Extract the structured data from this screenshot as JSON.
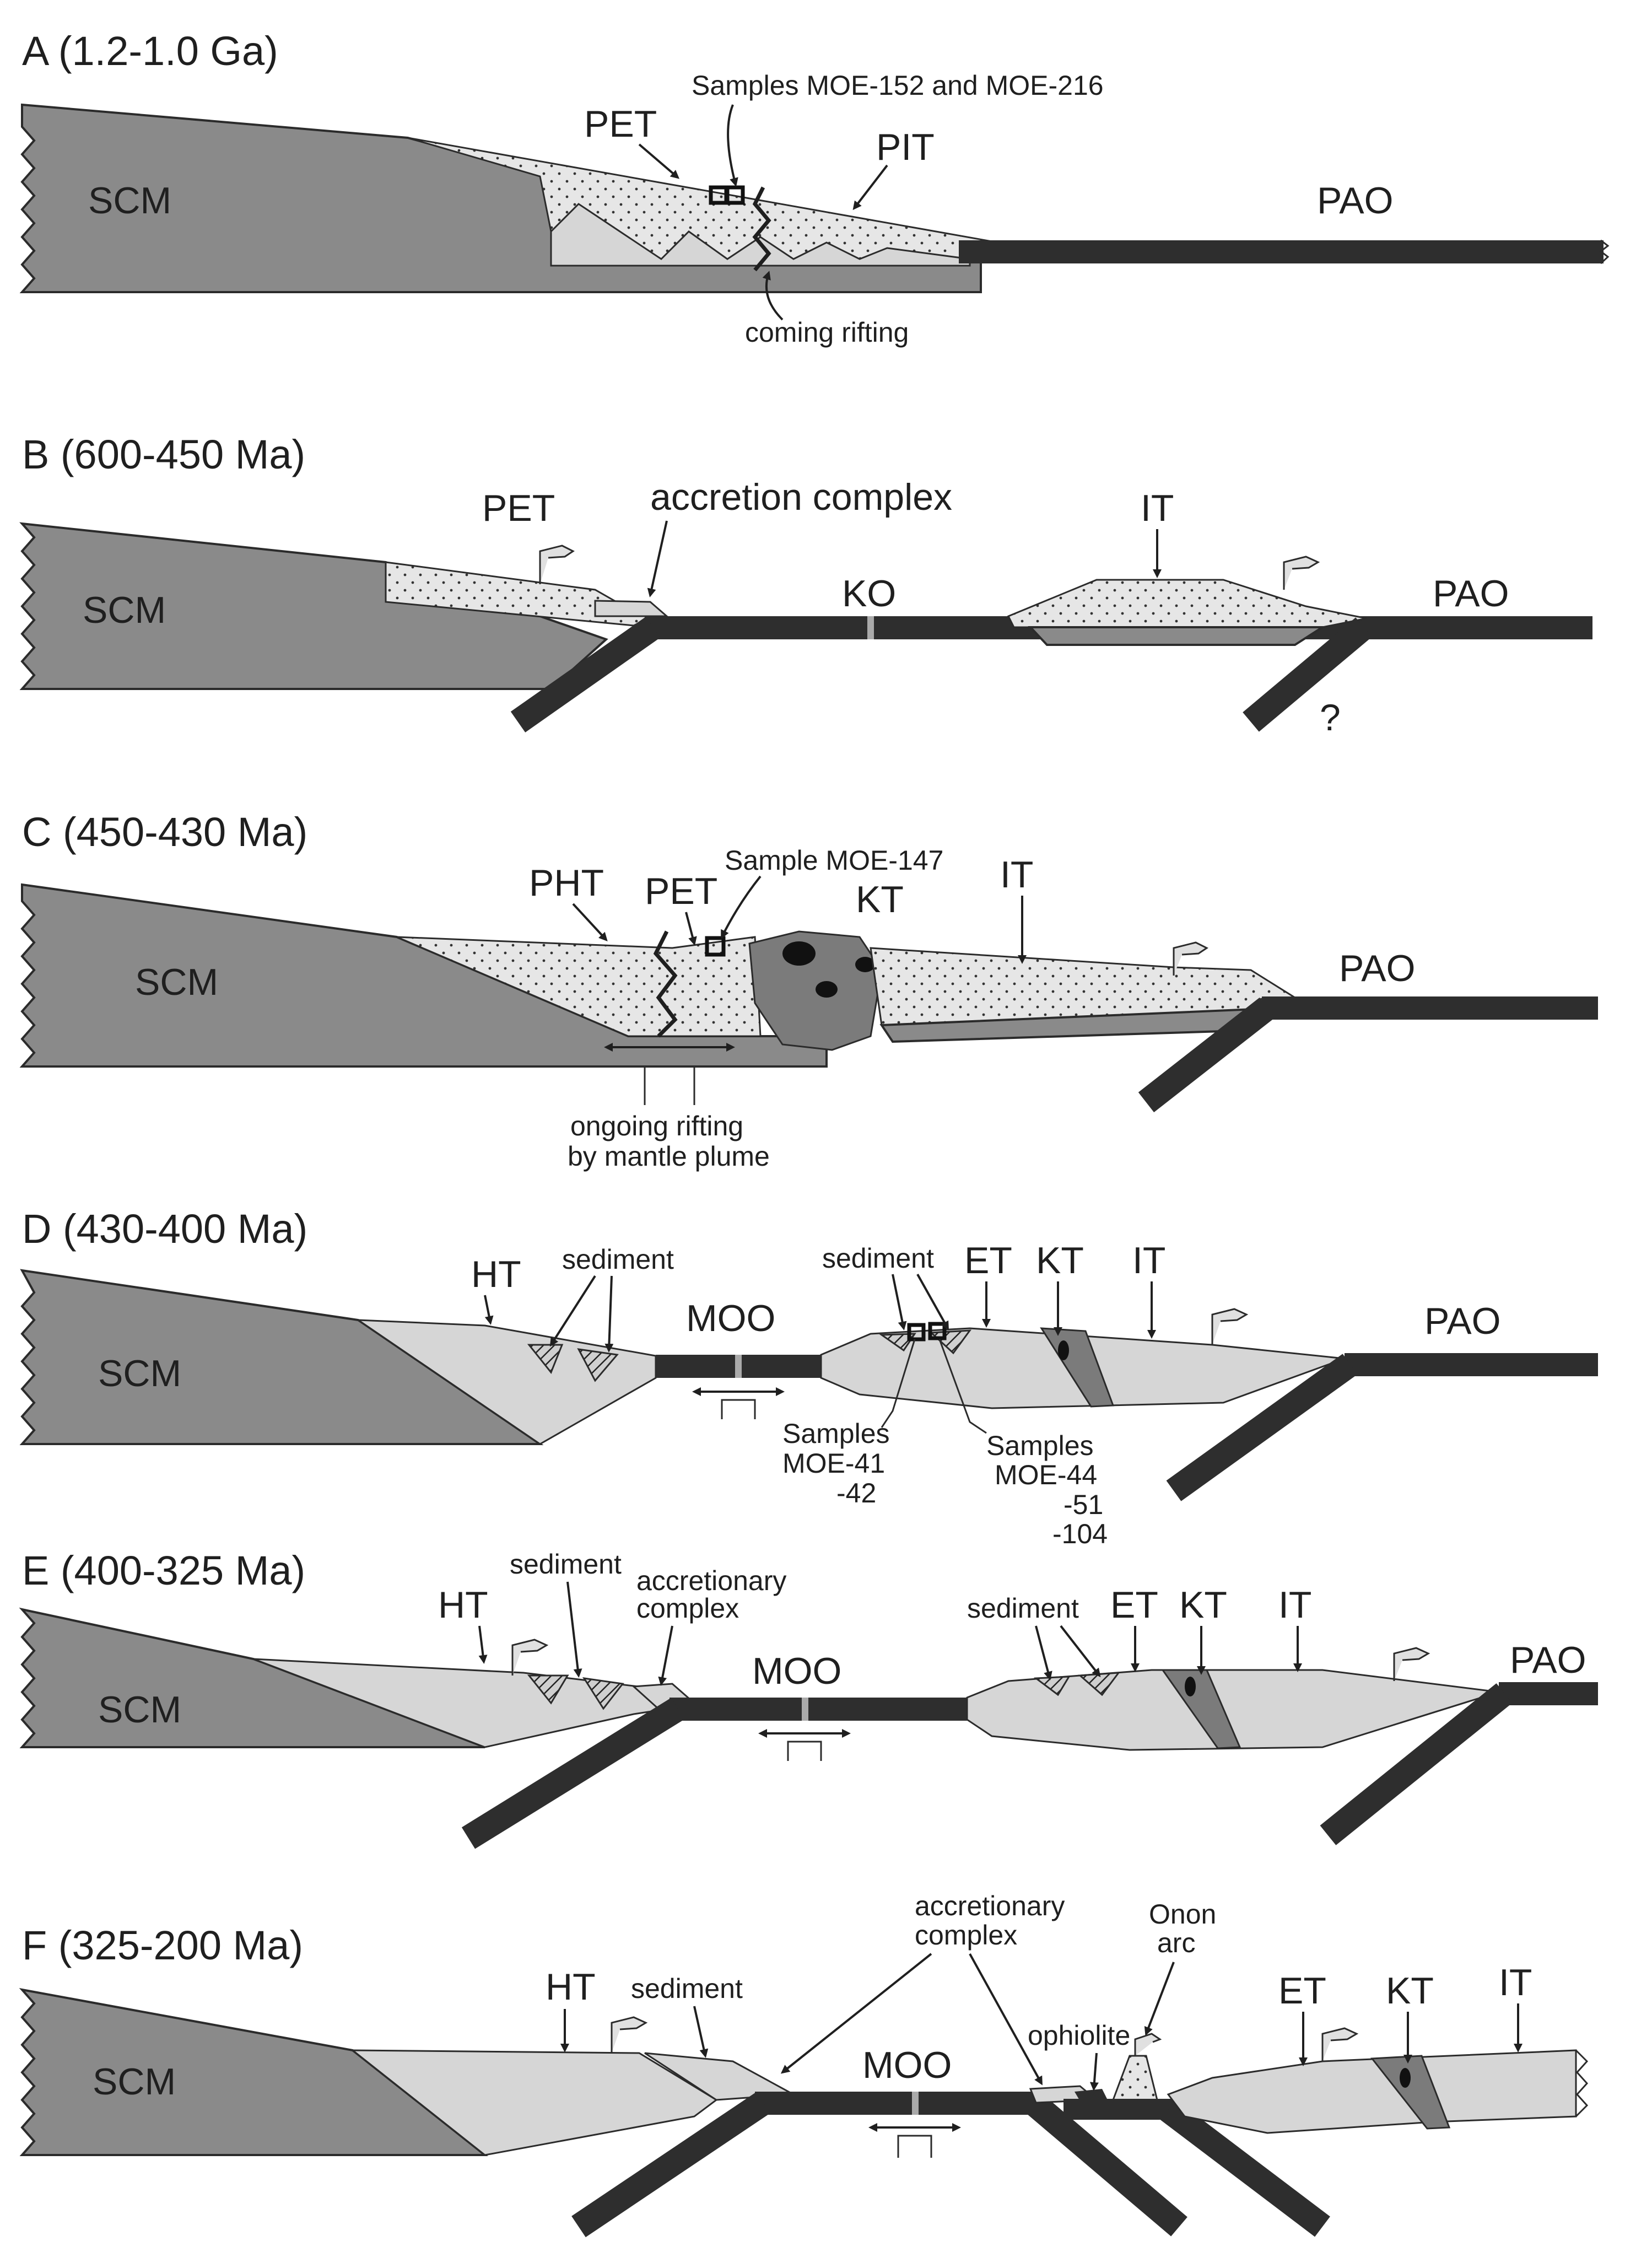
{
  "panels": {
    "A": {
      "title": "A  (1.2-1.0 Ga)",
      "labels": {
        "scm": "SCM",
        "pet": "PET",
        "pit": "PIT",
        "pao": "PAO",
        "samples": "Samples MOE-152 and MOE-216",
        "rifting": "coming rifting"
      }
    },
    "B": {
      "title": "B  (600-450 Ma)",
      "labels": {
        "scm": "SCM",
        "pet": "PET",
        "accretion": "accretion complex",
        "ko": "KO",
        "it": "IT",
        "pao": "PAO",
        "q": "?"
      }
    },
    "C": {
      "title": "C  (450-430 Ma)",
      "labels": {
        "scm": "SCM",
        "pht": "PHT",
        "pet": "PET",
        "sample": "Sample MOE-147",
        "kt": "KT",
        "it": "IT",
        "pao": "PAO",
        "rift1": "ongoing rifting",
        "rift2": "by mantle plume"
      }
    },
    "D": {
      "title": "D  (430-400 Ma)",
      "labels": {
        "scm": "SCM",
        "ht": "HT",
        "sediment1": "sediment",
        "moo": "MOO",
        "sediment2": "sediment",
        "et": "ET",
        "kt": "KT",
        "it": "IT",
        "pao": "PAO",
        "s1a": "Samples",
        "s1b": "MOE-41",
        "s1c": "-42",
        "s2a": "Samples",
        "s2b": "MOE-44",
        "s2c": "-51",
        "s2d": "-104"
      }
    },
    "E": {
      "title": "E  (400-325 Ma)",
      "labels": {
        "scm": "SCM",
        "ht": "HT",
        "sediment1": "sediment",
        "acc1": "accretionary",
        "acc2": "complex",
        "moo": "MOO",
        "sediment2": "sediment",
        "et": "ET",
        "kt": "KT",
        "it": "IT",
        "pao": "PAO"
      }
    },
    "F": {
      "title": "F  (325-200 Ma)",
      "labels": {
        "scm": "SCM",
        "ht": "HT",
        "sediment": "sediment",
        "acc1": "accretionary",
        "acc2": "complex",
        "moo": "MOO",
        "ophiolite": "ophiolite",
        "onon1": "Onon",
        "onon2": "arc",
        "et": "ET",
        "kt": "KT",
        "it": "IT"
      }
    }
  }
}
